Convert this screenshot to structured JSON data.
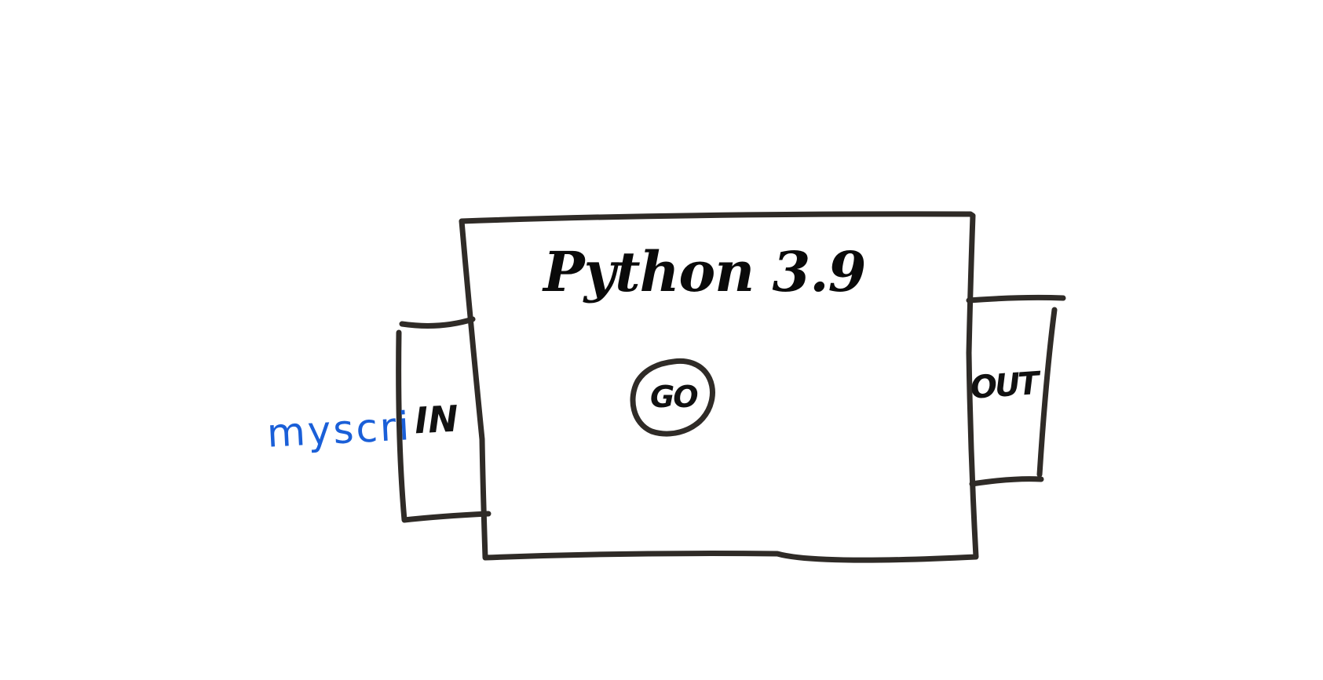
{
  "diagram": {
    "title": "Python 3.9",
    "in_label": "IN",
    "out_label": "OUT",
    "go_label": "GO",
    "script_label": "myscri"
  },
  "colors": {
    "stroke": "#2f2b27",
    "script_ink": "#1a5fd8",
    "background": "#ffffff"
  }
}
